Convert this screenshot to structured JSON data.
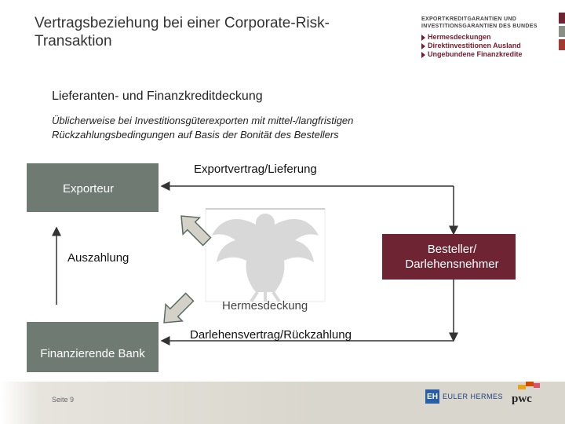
{
  "slide": {
    "title": "Vertragsbeziehung bei einer Corporate-Risk-Transaktion",
    "subtitle": "Lieferanten- und Finanzkreditdeckung",
    "description": "Üblicherweise bei Investitionsgüterexporten mit mittel-/langfristigen Rückzahlungsbedingungen auf Basis der Bonität des Bestellers",
    "page": "Seite 9"
  },
  "logo": {
    "line1": "EXPORTKREDITGARANTIEN UND",
    "line2": "INVESTITIONSGARANTIEN DES BUNDES",
    "items": [
      "Hermesdeckungen",
      "Direktinvestitionen Ausland",
      "Ungebundene Finanzkredite"
    ],
    "accent": "#7a1a2a"
  },
  "diagram": {
    "exporteur": "Exporteur",
    "besteller": "Besteller/ Darlehensnehmer",
    "bank": "Finanzierende Bank",
    "exportvertrag": "Exportvertrag/Lieferung",
    "darlehensvertrag": "Darlehensvertrag/Rückzahlung",
    "auszahlung": "Auszahlung",
    "hermesdeckung": "Hermesdeckung",
    "colors": {
      "party_box": "#6f7a72",
      "besteller_box": "#6e2433",
      "arrow": "#333333",
      "block_arrow_fill": "#d4d2c8",
      "block_arrow_stroke": "#5a6b62"
    }
  },
  "footer": {
    "euler_hermes": "EULER HERMES",
    "eh_mark": "EH",
    "pwc": "pwc"
  }
}
